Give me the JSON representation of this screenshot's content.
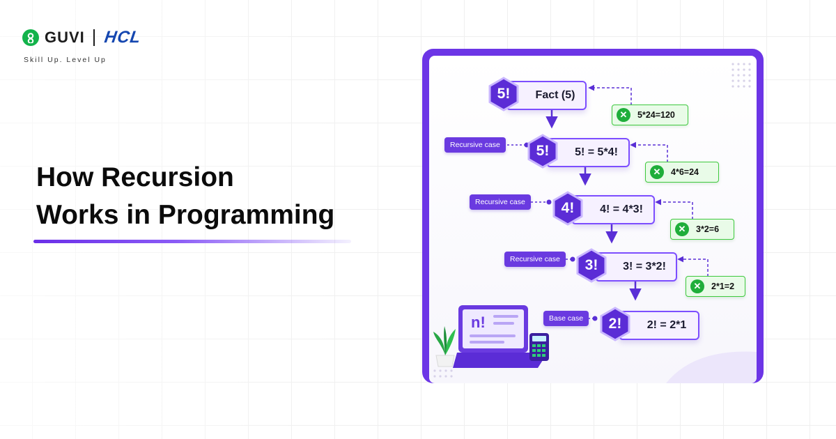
{
  "brand": {
    "name": "GUVI",
    "partner": "HCL",
    "tagline": "Skill Up. Level Up"
  },
  "title": {
    "line1": "How Recursion",
    "line2": "Works in Programming"
  },
  "diagram": {
    "nodes": [
      {
        "badge": "5!",
        "text": "Fact (5)"
      },
      {
        "badge": "5!",
        "text": "5! = 5*4!",
        "case": "Recursive case",
        "result": "4*6=24"
      },
      {
        "badge": "4!",
        "text": "4! = 4*3!",
        "case": "Recursive case",
        "result": "3*2=6"
      },
      {
        "badge": "3!",
        "text": "3! = 3*2!",
        "case": "Recursive case",
        "result": "2*1=2"
      },
      {
        "badge": "2!",
        "text": "2! = 2*1",
        "case": "Base case"
      }
    ],
    "top_result": "5*24=120",
    "result_icon": "x-icon",
    "laptop_text": "n!"
  },
  "colors": {
    "accent": "#6c35e6",
    "node_border": "#7c4dff",
    "result_green": "#3ec93e",
    "guvi_green": "#13b34b",
    "hcl_blue": "#1547b0"
  }
}
